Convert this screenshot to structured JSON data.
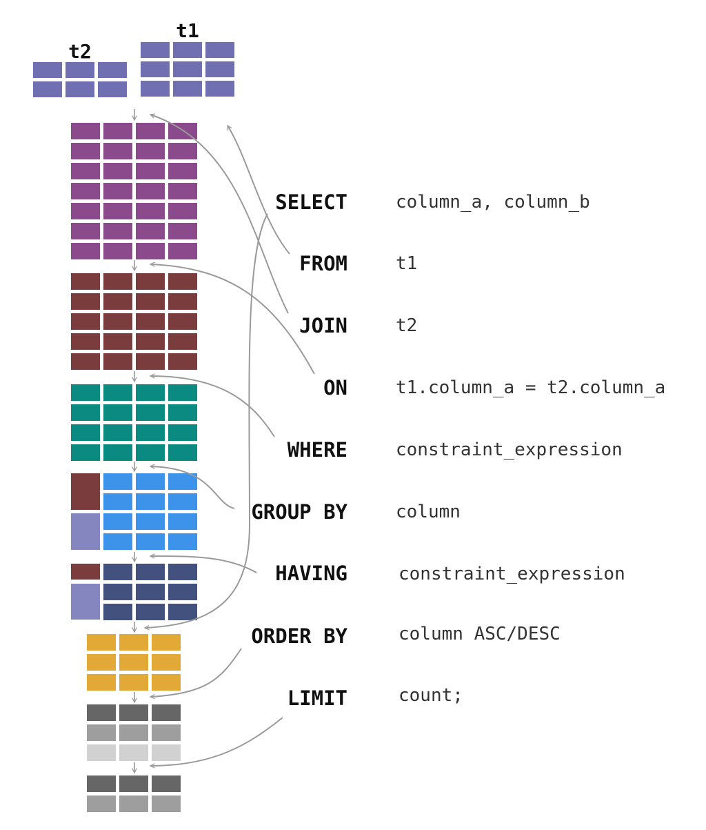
{
  "source_tables": [
    {
      "name": "t1",
      "color": "#6f6fb1",
      "rows": 3,
      "cols": 3
    },
    {
      "name": "t2",
      "color": "#6f6fb1",
      "rows": 2,
      "cols": 3
    }
  ],
  "clauses": [
    {
      "keyword": "SELECT",
      "expression": "column_a, column_b"
    },
    {
      "keyword": "FROM",
      "expression": "t1"
    },
    {
      "keyword": "JOIN",
      "expression": "t2"
    },
    {
      "keyword": "ON",
      "expression": "t1.column_a = t2.column_a"
    },
    {
      "keyword": "WHERE",
      "expression": "constraint_expression"
    },
    {
      "keyword": "GROUP BY",
      "expression": "column"
    },
    {
      "keyword": "HAVING",
      "expression": "constraint_expression"
    },
    {
      "keyword": "ORDER BY",
      "expression": "column ASC/DESC"
    },
    {
      "keyword": "LIMIT",
      "expression": "count;"
    }
  ],
  "result_grids": [
    {
      "step": "join",
      "color": "#8a4a8c",
      "rows": 7,
      "cols": 4
    },
    {
      "step": "on",
      "color": "#7a3c3c",
      "rows": 5,
      "cols": 4
    },
    {
      "step": "where",
      "color": "#0a8a80",
      "rows": 4,
      "cols": 4
    },
    {
      "step": "group_by",
      "color": "#3d93ea",
      "group_colors": [
        "#7a3c3c",
        "#8585bf"
      ],
      "rows": 4,
      "cols": 3
    },
    {
      "step": "having",
      "color": "#43517f",
      "group_colors": [
        "#7a3c3c",
        "#8585bf"
      ],
      "rows": 3,
      "cols": 3
    },
    {
      "step": "order_by",
      "color": "#e2a936",
      "rows": 3,
      "cols": 3
    },
    {
      "step": "limit",
      "colors": [
        "#666666",
        "#9e9e9e",
        "#d1d1d1"
      ],
      "rows": 3,
      "cols": 3
    },
    {
      "step": "select",
      "colors": [
        "#666666",
        "#9e9e9e"
      ],
      "rows": 2,
      "cols": 3
    }
  ],
  "connector_color": "#9a9a9a"
}
